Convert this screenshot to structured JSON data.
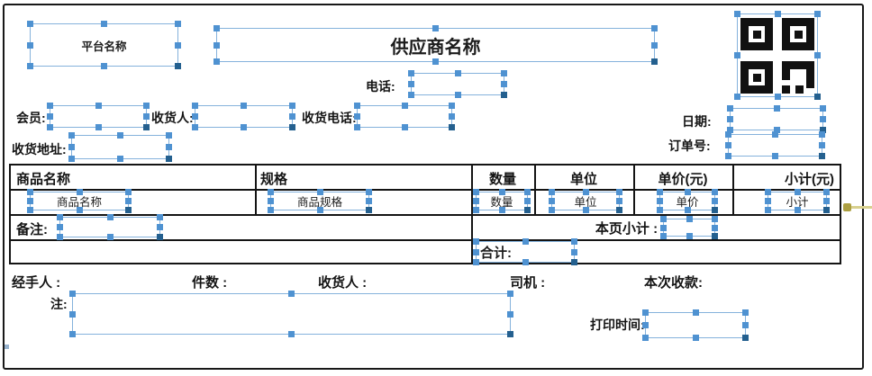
{
  "colors": {
    "selection_border": "#85b2dc",
    "handle_blue": "#4f92d1",
    "handle_dark": "#24608f",
    "table_border": "#141414",
    "row_drag_handle": "#ac9f41"
  },
  "header": {
    "platform_name": "平台名称",
    "supplier_name": "供应商名称",
    "phone_label": "电话:",
    "qr_icon": "qr-code"
  },
  "info": {
    "member_label": "会员:",
    "receiver_label": "收货人:",
    "receiver_phone_label": "收货电话:",
    "date_label": "日期:",
    "address_label": "收货地址:",
    "order_no_label": "订单号:"
  },
  "table": {
    "headers": [
      "商品名称",
      "规格",
      "数量",
      "单位",
      "单价(元)",
      "小计(元)"
    ],
    "fields": [
      "商品名称",
      "商品规格",
      "数量",
      "单位",
      "单价",
      "小计"
    ],
    "remark_label": "备注:",
    "page_subtotal_label": "本页小计 :",
    "total_label": "合计:"
  },
  "footer": {
    "handler_label": "经手人 :",
    "pieces_label": "件数 :",
    "receiver_label": "收货人 :",
    "driver_label": "司机 :",
    "payment_label": "本次收款:",
    "note_label": "注:",
    "print_time_label": "打印时间:"
  }
}
